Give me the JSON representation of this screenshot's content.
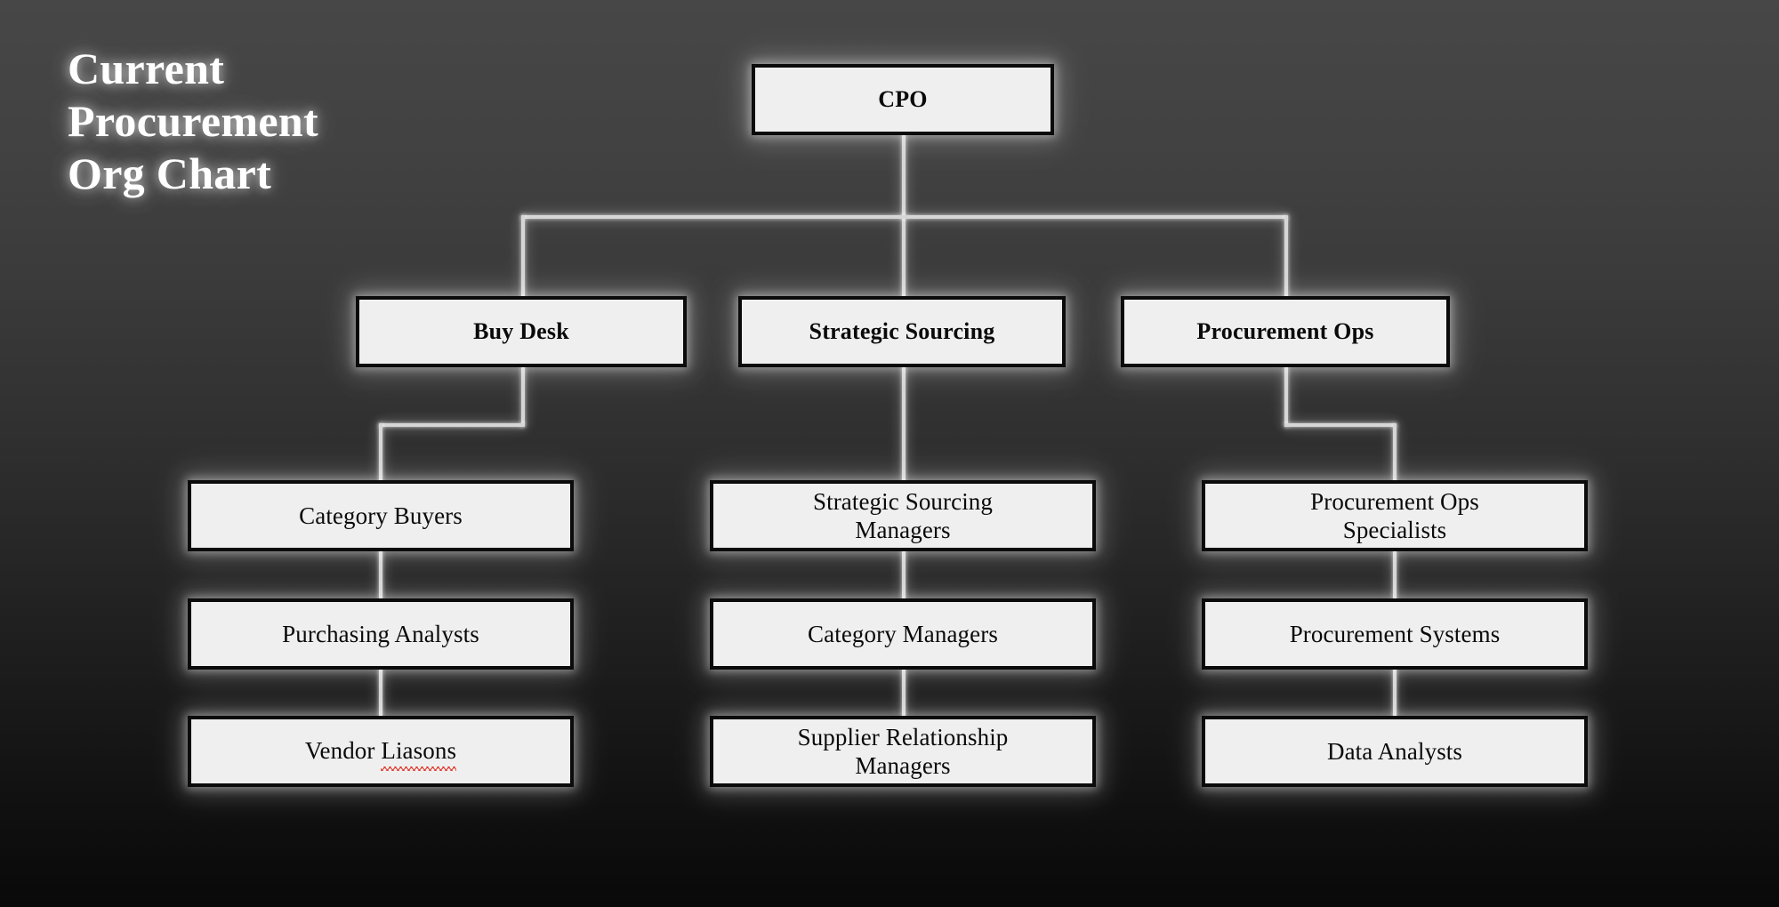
{
  "slide": {
    "title": "Current\nProcurement\nOrg Chart",
    "background_top_color": "#474747",
    "background_bottom_color": "#090909",
    "node_fill_color": "#efefef",
    "node_border_color": "#0b0b0b",
    "connector_color": "#d6d6d6",
    "title_color": "#ffffff",
    "spellcheck_underline_color": "#e23b2e"
  },
  "chart_data": {
    "type": "org-chart",
    "title": "Current Procurement Org Chart",
    "orientation": "top-down",
    "levels": 5,
    "root": "CPO",
    "nodes": [
      {
        "id": "cpo",
        "label": "CPO",
        "level": 1,
        "parent": null,
        "emphasis": "bold"
      },
      {
        "id": "buy-desk",
        "label": "Buy Desk",
        "level": 2,
        "parent": "cpo",
        "emphasis": "bold"
      },
      {
        "id": "strat-src",
        "label": "Strategic Sourcing",
        "level": 2,
        "parent": "cpo",
        "emphasis": "bold"
      },
      {
        "id": "proc-ops",
        "label": "Procurement Ops",
        "level": 2,
        "parent": "cpo",
        "emphasis": "bold"
      },
      {
        "id": "cat-buyers",
        "label": "Category Buyers",
        "level": 3,
        "parent": "buy-desk",
        "emphasis": "regular"
      },
      {
        "id": "purch-anal",
        "label": "Purchasing Analysts",
        "level": 4,
        "parent": "cat-buyers",
        "emphasis": "regular"
      },
      {
        "id": "vendor-liasons",
        "label": "Vendor Liasons",
        "level": 5,
        "parent": "purch-anal",
        "emphasis": "regular",
        "misspelled_word": "Liasons"
      },
      {
        "id": "ssm",
        "label": "Strategic Sourcing Managers",
        "level": 3,
        "parent": "strat-src",
        "emphasis": "regular"
      },
      {
        "id": "cat-mgrs",
        "label": "Category Managers",
        "level": 4,
        "parent": "ssm",
        "emphasis": "regular"
      },
      {
        "id": "srm",
        "label": "Supplier Relationship Managers",
        "level": 5,
        "parent": "cat-mgrs",
        "emphasis": "regular"
      },
      {
        "id": "pos",
        "label": "Procurement Ops Specialists",
        "level": 3,
        "parent": "proc-ops",
        "emphasis": "regular"
      },
      {
        "id": "proc-sys",
        "label": "Procurement Systems",
        "level": 4,
        "parent": "pos",
        "emphasis": "regular"
      },
      {
        "id": "data-anal",
        "label": "Data Analysts",
        "level": 5,
        "parent": "proc-sys",
        "emphasis": "regular"
      }
    ],
    "branches": [
      {
        "name": "Buy Desk",
        "chain": [
          "Buy Desk",
          "Category Buyers",
          "Purchasing Analysts",
          "Vendor Liasons"
        ]
      },
      {
        "name": "Strategic Sourcing",
        "chain": [
          "Strategic Sourcing",
          "Strategic Sourcing Managers",
          "Category Managers",
          "Supplier Relationship Managers"
        ]
      },
      {
        "name": "Procurement Ops",
        "chain": [
          "Procurement Ops",
          "Procurement Ops Specialists",
          "Procurement Systems",
          "Data Analysts"
        ]
      }
    ]
  },
  "nodes": {
    "cpo": {
      "line1": "CPO"
    },
    "buy_desk": {
      "line1": "Buy Desk"
    },
    "strategic_sourcing": {
      "line1": "Strategic Sourcing"
    },
    "procurement_ops": {
      "line1": "Procurement Ops"
    },
    "category_buyers": {
      "line1": "Category Buyers"
    },
    "purchasing_analysts": {
      "line1": "Purchasing Analysts"
    },
    "vendor_liasons": {
      "prefix": "Vendor ",
      "misspelled": "Liasons"
    },
    "strategic_sourcing_managers": {
      "line1": "Strategic Sourcing\nManagers"
    },
    "category_managers": {
      "line1": "Category Managers"
    },
    "supplier_relationship_managers": {
      "line1": "Supplier Relationship\nManagers"
    },
    "procurement_ops_specialists": {
      "line1": "Procurement Ops\nSpecialists"
    },
    "procurement_systems": {
      "line1": "Procurement Systems"
    },
    "data_analysts": {
      "line1": "Data Analysts"
    }
  }
}
